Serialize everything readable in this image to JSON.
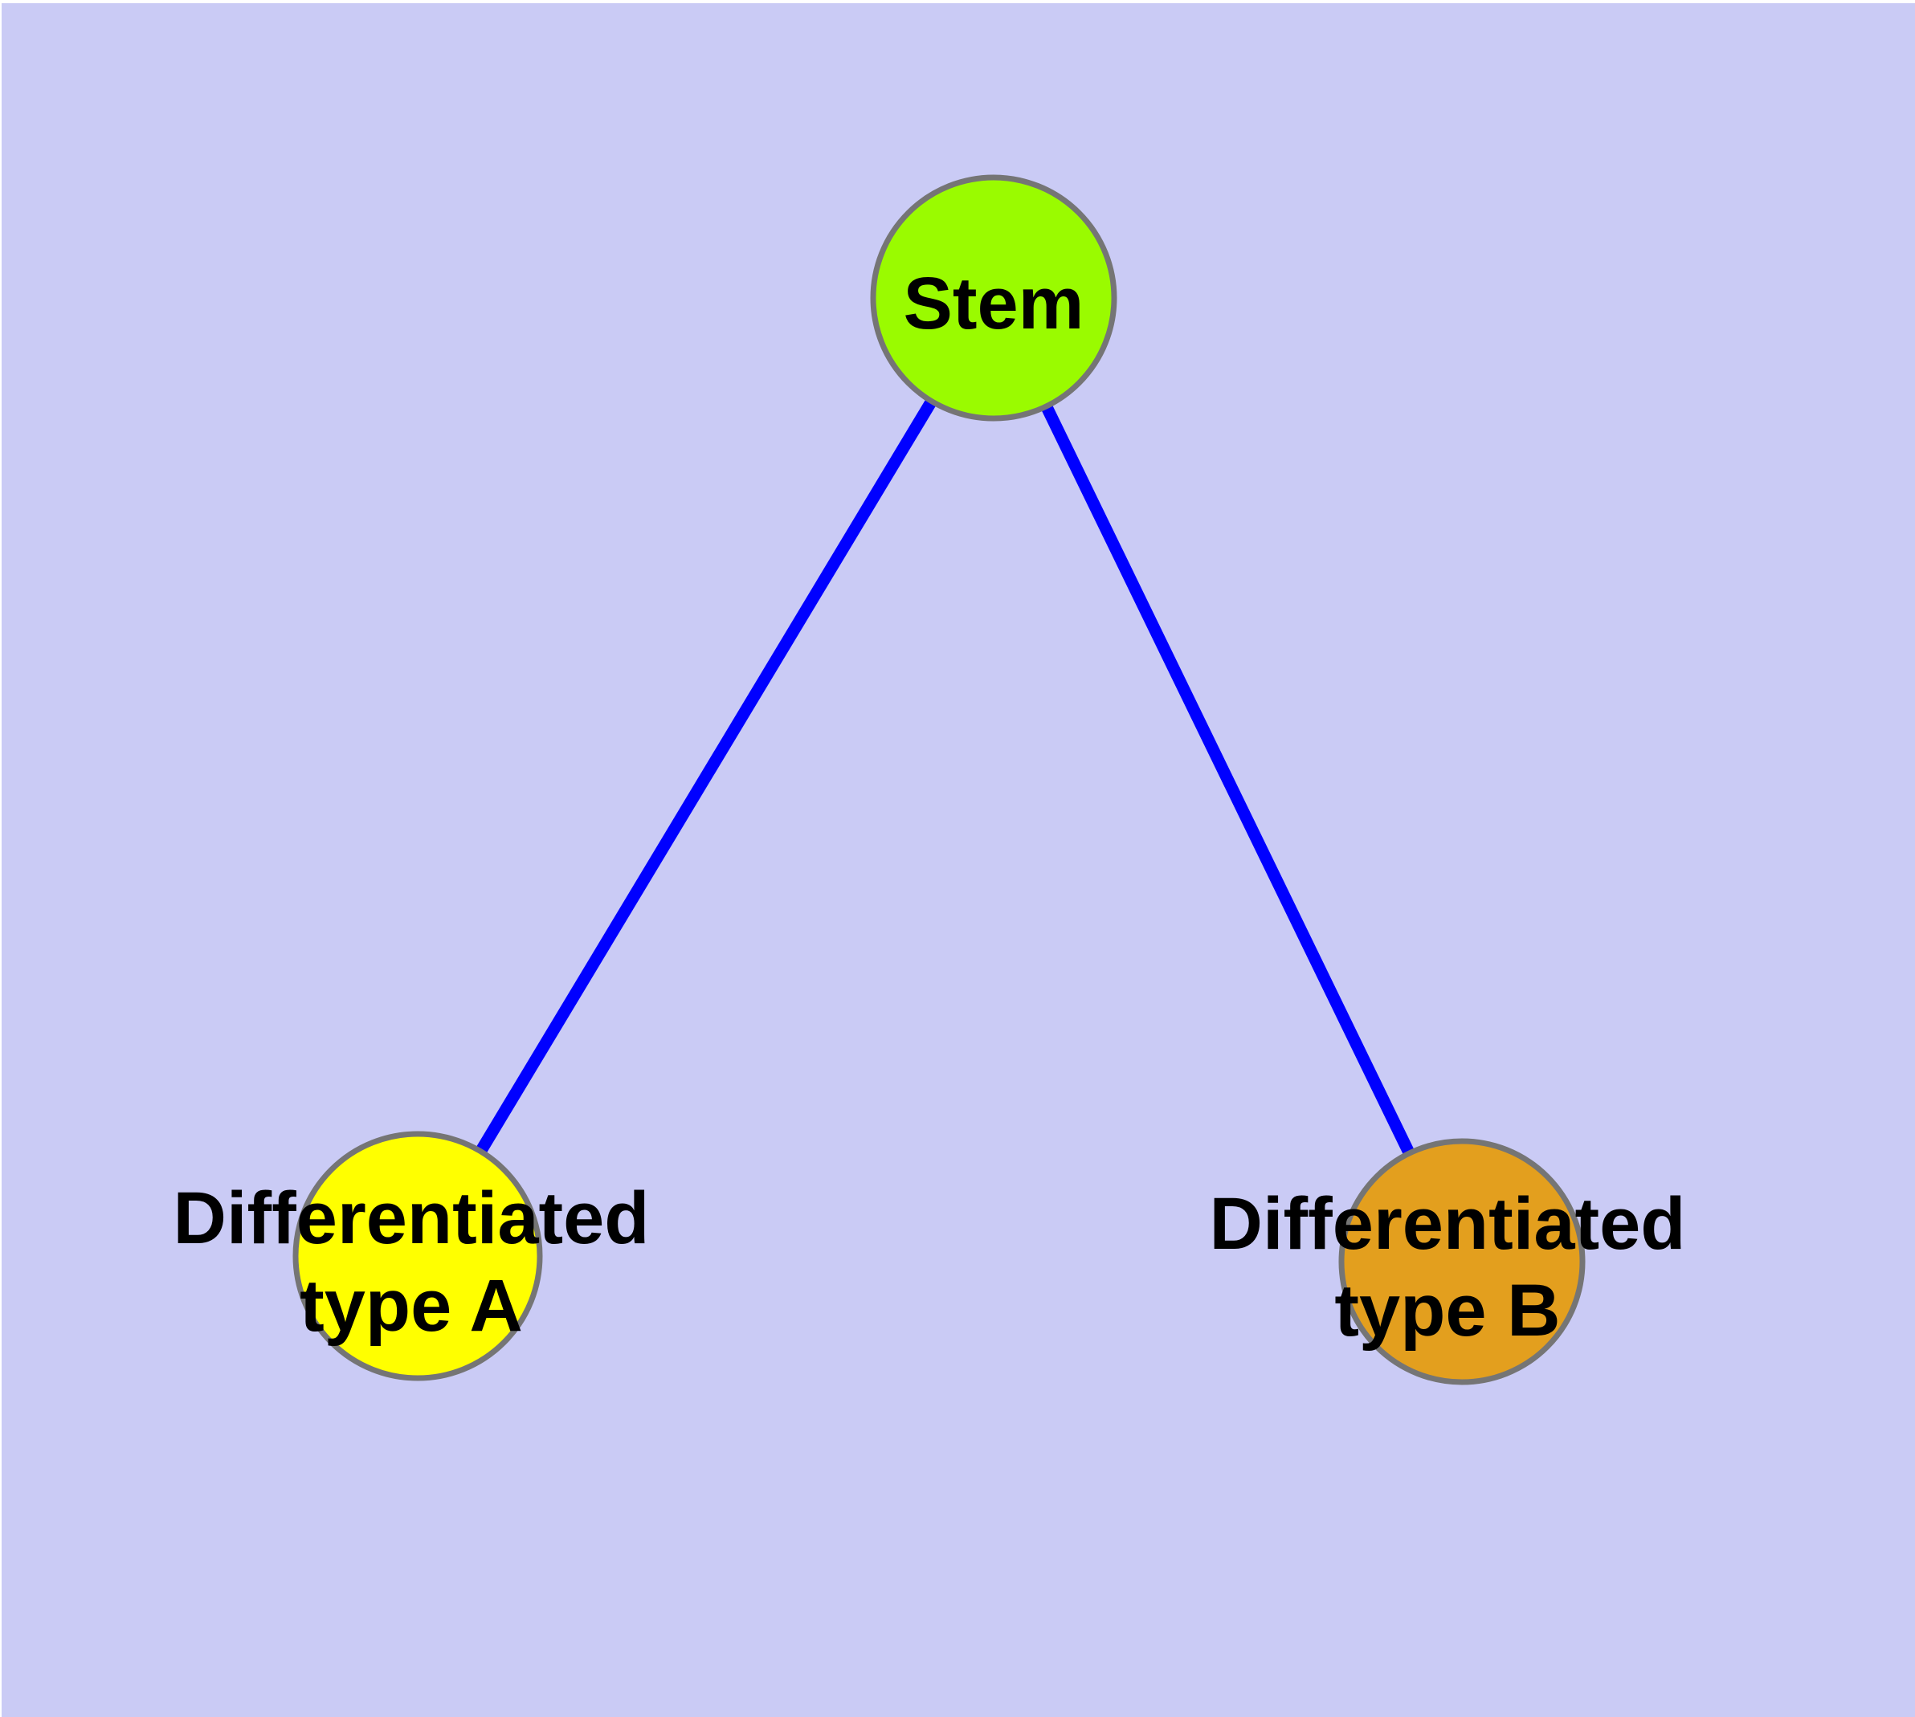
{
  "figure": {
    "type": "node-link-graph",
    "description": "Stem cell differentiation graph: one stem node connected to two differentiated cell-type nodes",
    "margin_color": "#FFFFFF",
    "background_color": "#CACBF5"
  },
  "colors": {
    "node_border": "#757575",
    "edge": "#0000FF",
    "label_text": "#000000",
    "stem_fill": "#9AFB00",
    "type_a_fill": "#FFFF00",
    "type_b_fill": "#E39F1E"
  },
  "nodes": {
    "stem": {
      "label": "Stem"
    },
    "type_a": {
      "label_line1": "Differentiated",
      "label_line2": "type A"
    },
    "type_b": {
      "label_line1": "Differentiated",
      "label_line2": "type B"
    }
  },
  "edges": [
    {
      "from": "Stem",
      "to": "Differentiated type A"
    },
    {
      "from": "Stem",
      "to": "Differentiated type B"
    }
  ]
}
